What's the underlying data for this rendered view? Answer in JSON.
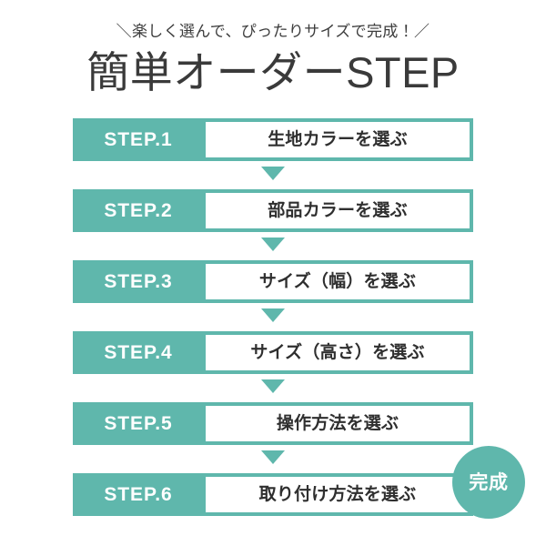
{
  "header": {
    "subtitle": "＼楽しく選んで、ぴったりサイズで完成！／",
    "title": "簡単オーダーSTEP"
  },
  "steps": [
    {
      "label": "STEP.1",
      "text": "生地カラーを選ぶ"
    },
    {
      "label": "STEP.2",
      "text": "部品カラーを選ぶ"
    },
    {
      "label": "STEP.3",
      "text": "サイズ（幅）を選ぶ"
    },
    {
      "label": "STEP.4",
      "text": "サイズ（高さ）を選ぶ"
    },
    {
      "label": "STEP.5",
      "text": "操作方法を選ぶ"
    },
    {
      "label": "STEP.6",
      "text": "取り付け方法を選ぶ"
    }
  ],
  "badge": {
    "text": "完成"
  },
  "colors": {
    "accent": "#5fb7ac",
    "background": "#ffffff",
    "text_dark": "#2f2f2f",
    "title": "#3a3a3a",
    "label_on_accent": "#ffffff"
  }
}
